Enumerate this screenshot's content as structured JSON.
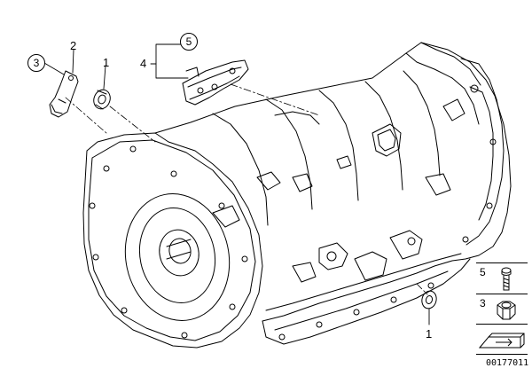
{
  "callouts": {
    "c3_top": "3",
    "c2": "2",
    "c1_top": "1",
    "c5": "5",
    "c4": "4",
    "c1_bottom": "1"
  },
  "legend": {
    "items": [
      {
        "num": "5",
        "part": "bolt-icon"
      },
      {
        "num": "3",
        "part": "nut-icon"
      },
      {
        "num": "",
        "part": "arrow-plate-icon"
      }
    ]
  },
  "reference": "00177011"
}
